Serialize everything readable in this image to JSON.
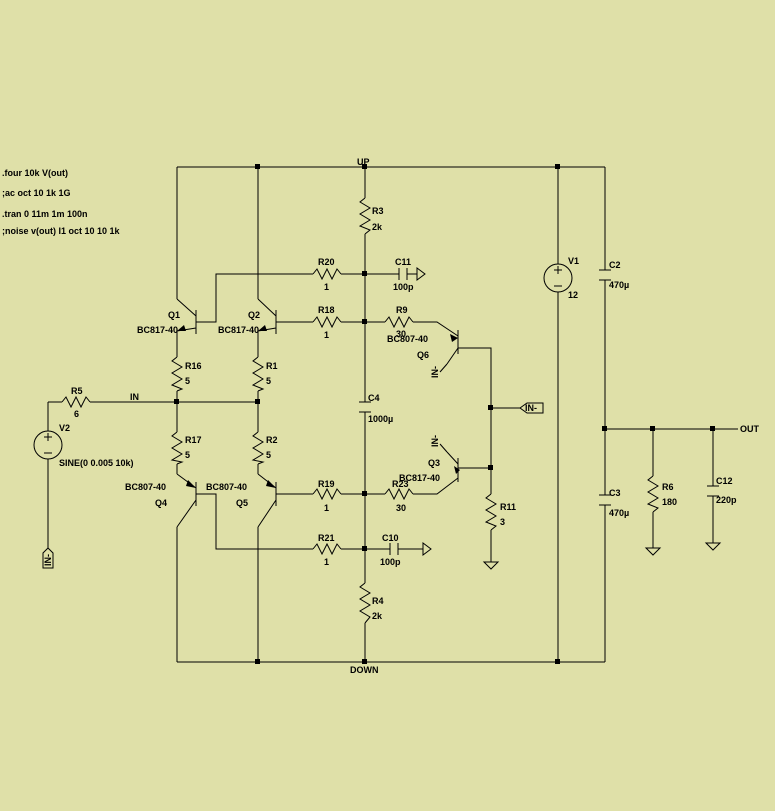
{
  "directives": {
    "four": ".four 10k V(out)",
    "ac": ";ac oct 10 1k 1G",
    "tran": ".tran 0 11m 1m 100n",
    "noise": ";noise v(out) I1 oct 10 10 1k"
  },
  "nets": {
    "up": "UP",
    "down": "DOWN",
    "in": "IN",
    "out": "OUT",
    "in_minus": "IN-"
  },
  "components": {
    "Q1": {
      "ref": "Q1",
      "model": "BC817-40"
    },
    "Q2": {
      "ref": "Q2",
      "model": "BC817-40"
    },
    "Q3": {
      "ref": "Q3",
      "model": "BC817-40"
    },
    "Q4": {
      "ref": "Q4",
      "model": "BC807-40"
    },
    "Q5": {
      "ref": "Q5",
      "model": "BC807-40"
    },
    "Q6": {
      "ref": "Q6",
      "model": "BC807-40"
    },
    "R1": {
      "ref": "R1",
      "value": "5"
    },
    "R2": {
      "ref": "R2",
      "value": "5"
    },
    "R3": {
      "ref": "R3",
      "value": "2k"
    },
    "R4": {
      "ref": "R4",
      "value": "2k"
    },
    "R5": {
      "ref": "R5",
      "value": "6"
    },
    "R6": {
      "ref": "R6",
      "value": "180"
    },
    "R9": {
      "ref": "R9",
      "value": "30"
    },
    "R11": {
      "ref": "R11",
      "value": "3"
    },
    "R16": {
      "ref": "R16",
      "value": "5"
    },
    "R17": {
      "ref": "R17",
      "value": "5"
    },
    "R18": {
      "ref": "R18",
      "value": "1"
    },
    "R19": {
      "ref": "R19",
      "value": "1"
    },
    "R20": {
      "ref": "R20",
      "value": "1"
    },
    "R21": {
      "ref": "R21",
      "value": "1"
    },
    "R23": {
      "ref": "R23",
      "value": "30"
    },
    "C2": {
      "ref": "C2",
      "value": "470µ"
    },
    "C3": {
      "ref": "C3",
      "value": "470µ"
    },
    "C4": {
      "ref": "C4",
      "value": "1000µ"
    },
    "C10": {
      "ref": "C10",
      "value": "100p"
    },
    "C11": {
      "ref": "C11",
      "value": "100p"
    },
    "C12": {
      "ref": "C12",
      "value": "220p"
    },
    "V1": {
      "ref": "V1",
      "value": "12"
    },
    "V2": {
      "ref": "V2",
      "value": "SINE(0 0.005 10k)"
    }
  }
}
